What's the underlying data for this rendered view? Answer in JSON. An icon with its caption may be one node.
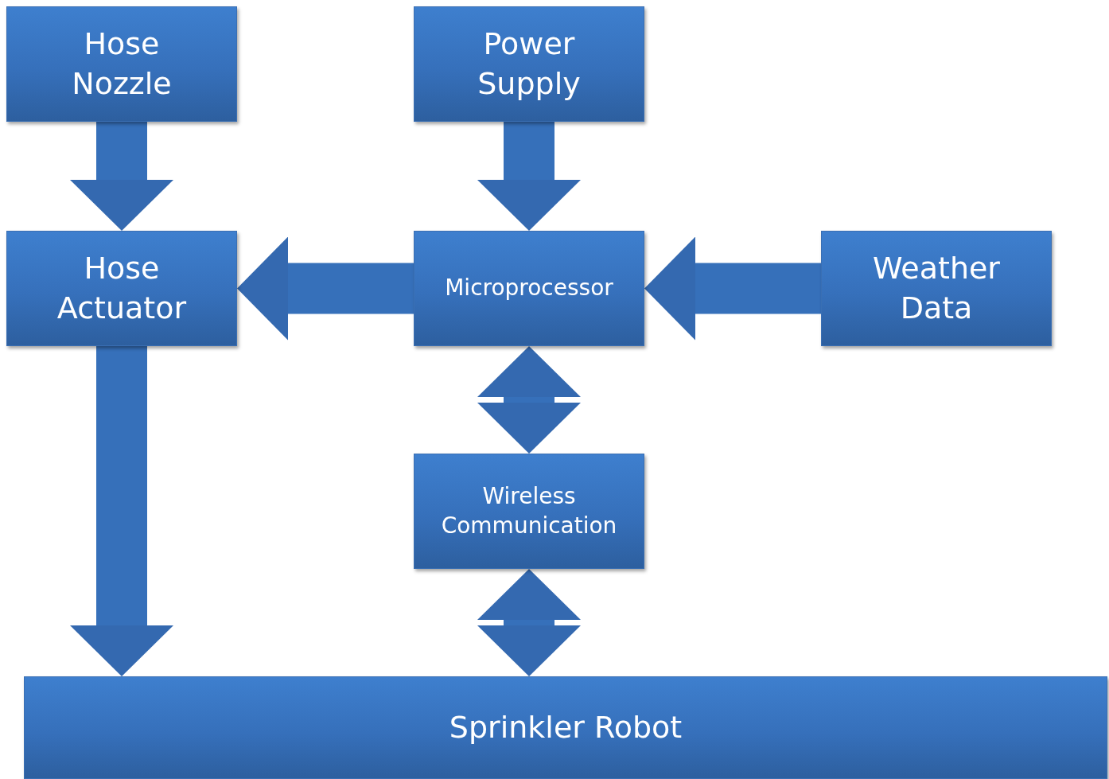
{
  "diagram": {
    "nodes": [
      {
        "text": [
          "Hose Nozzle"
        ]
      },
      {
        "text": [
          "Power Supply"
        ]
      },
      {
        "text": [
          "Hose Actuator"
        ]
      },
      {
        "text": [
          "Microprocessor"
        ]
      },
      {
        "text": [
          "Weather Data"
        ]
      },
      {
        "text": [
          "Wireless Communication"
        ]
      },
      {
        "text": [
          "Sprinkler Robot"
        ]
      }
    ],
    "edges": [
      {
        "from": 0,
        "to": 2,
        "arrow": "to"
      },
      {
        "from": 1,
        "to": 3,
        "arrow": "to"
      },
      {
        "from": 3,
        "to": 2,
        "arrow": "to"
      },
      {
        "from": 4,
        "to": 3,
        "arrow": "to"
      },
      {
        "from": 3,
        "to": 5,
        "arrow": "both"
      },
      {
        "from": 2,
        "to": 6,
        "arrow": "to"
      },
      {
        "from": 5,
        "to": 6,
        "arrow": "both"
      }
    ]
  }
}
